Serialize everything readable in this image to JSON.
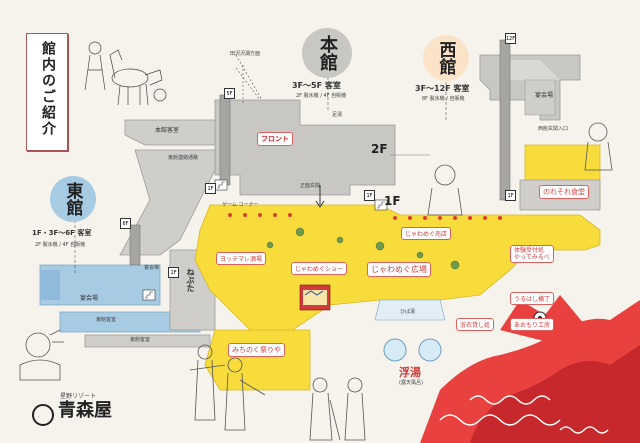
{
  "legend_title": "館内のご紹介",
  "main_building": {
    "name": "本館",
    "floors_label": "3F〜5F 客室",
    "facilities": "2F 製氷機 / 4F 自販機"
  },
  "west_building": {
    "name": "西館",
    "floors_label": "3F〜12F 客室",
    "facilities": "8F 製氷機 / 自販機"
  },
  "east_building": {
    "name": "東館",
    "floors_label": "1F・3F〜6F 客室",
    "facilities": "2F 製氷機 / 4F 自販機"
  },
  "floor_marks": [
    "2F",
    "1F",
    "5F",
    "1F",
    "6F",
    "1F",
    "1F",
    "12F",
    "1F"
  ],
  "labels": {
    "honkan_kyakushitsu": "本館客室",
    "higashikan_renraku": "東館連絡通路",
    "front": "フロント",
    "shomen_genkan": "正面玄関",
    "toyoda_direction": "田沢沢湖方面",
    "ashiyu": "足湯",
    "game_corner": "ゲーム\nコーナー",
    "enkaijo_east": "宴会場",
    "enkaijo_west": "宴会場",
    "enkaijo_n": "宴会場",
    "nishikan_entrance": "西館玄関入口",
    "higashikan_kyakushitsu": "東館客室",
    "higashikan_kyakushitsu2": "東館客室",
    "yottemare": "ヨッテマレ酒場",
    "jawamegu_hiroba": "じゃわめぐ広場",
    "jawamegu_show": "じゃわめぐショー",
    "jawamegu_shop": "じゃわめぐ売店",
    "noresore": "のれそれ食堂",
    "michinoku": "みちのく祭りや",
    "ukiyu": "浮湯",
    "ukiyu_sub": "(露天風呂)",
    "hibayu": "ひば湯",
    "urushi": "うるはし横丁",
    "yukemuri": "浴衣貸し処",
    "aomori_kobo": "あおもり工房",
    "taiken": "体験受付処\nやってみるべ",
    "nebuta": "ねぶた"
  },
  "logo": {
    "subtitle": "星野リゾート",
    "name": "青森屋"
  },
  "colors": {
    "yellow": "#f7dc3c",
    "gray": "#c8c7c4",
    "blue": "#a6cbe3",
    "red": "#d23b3b",
    "title_bg": "#fbe3c8"
  }
}
